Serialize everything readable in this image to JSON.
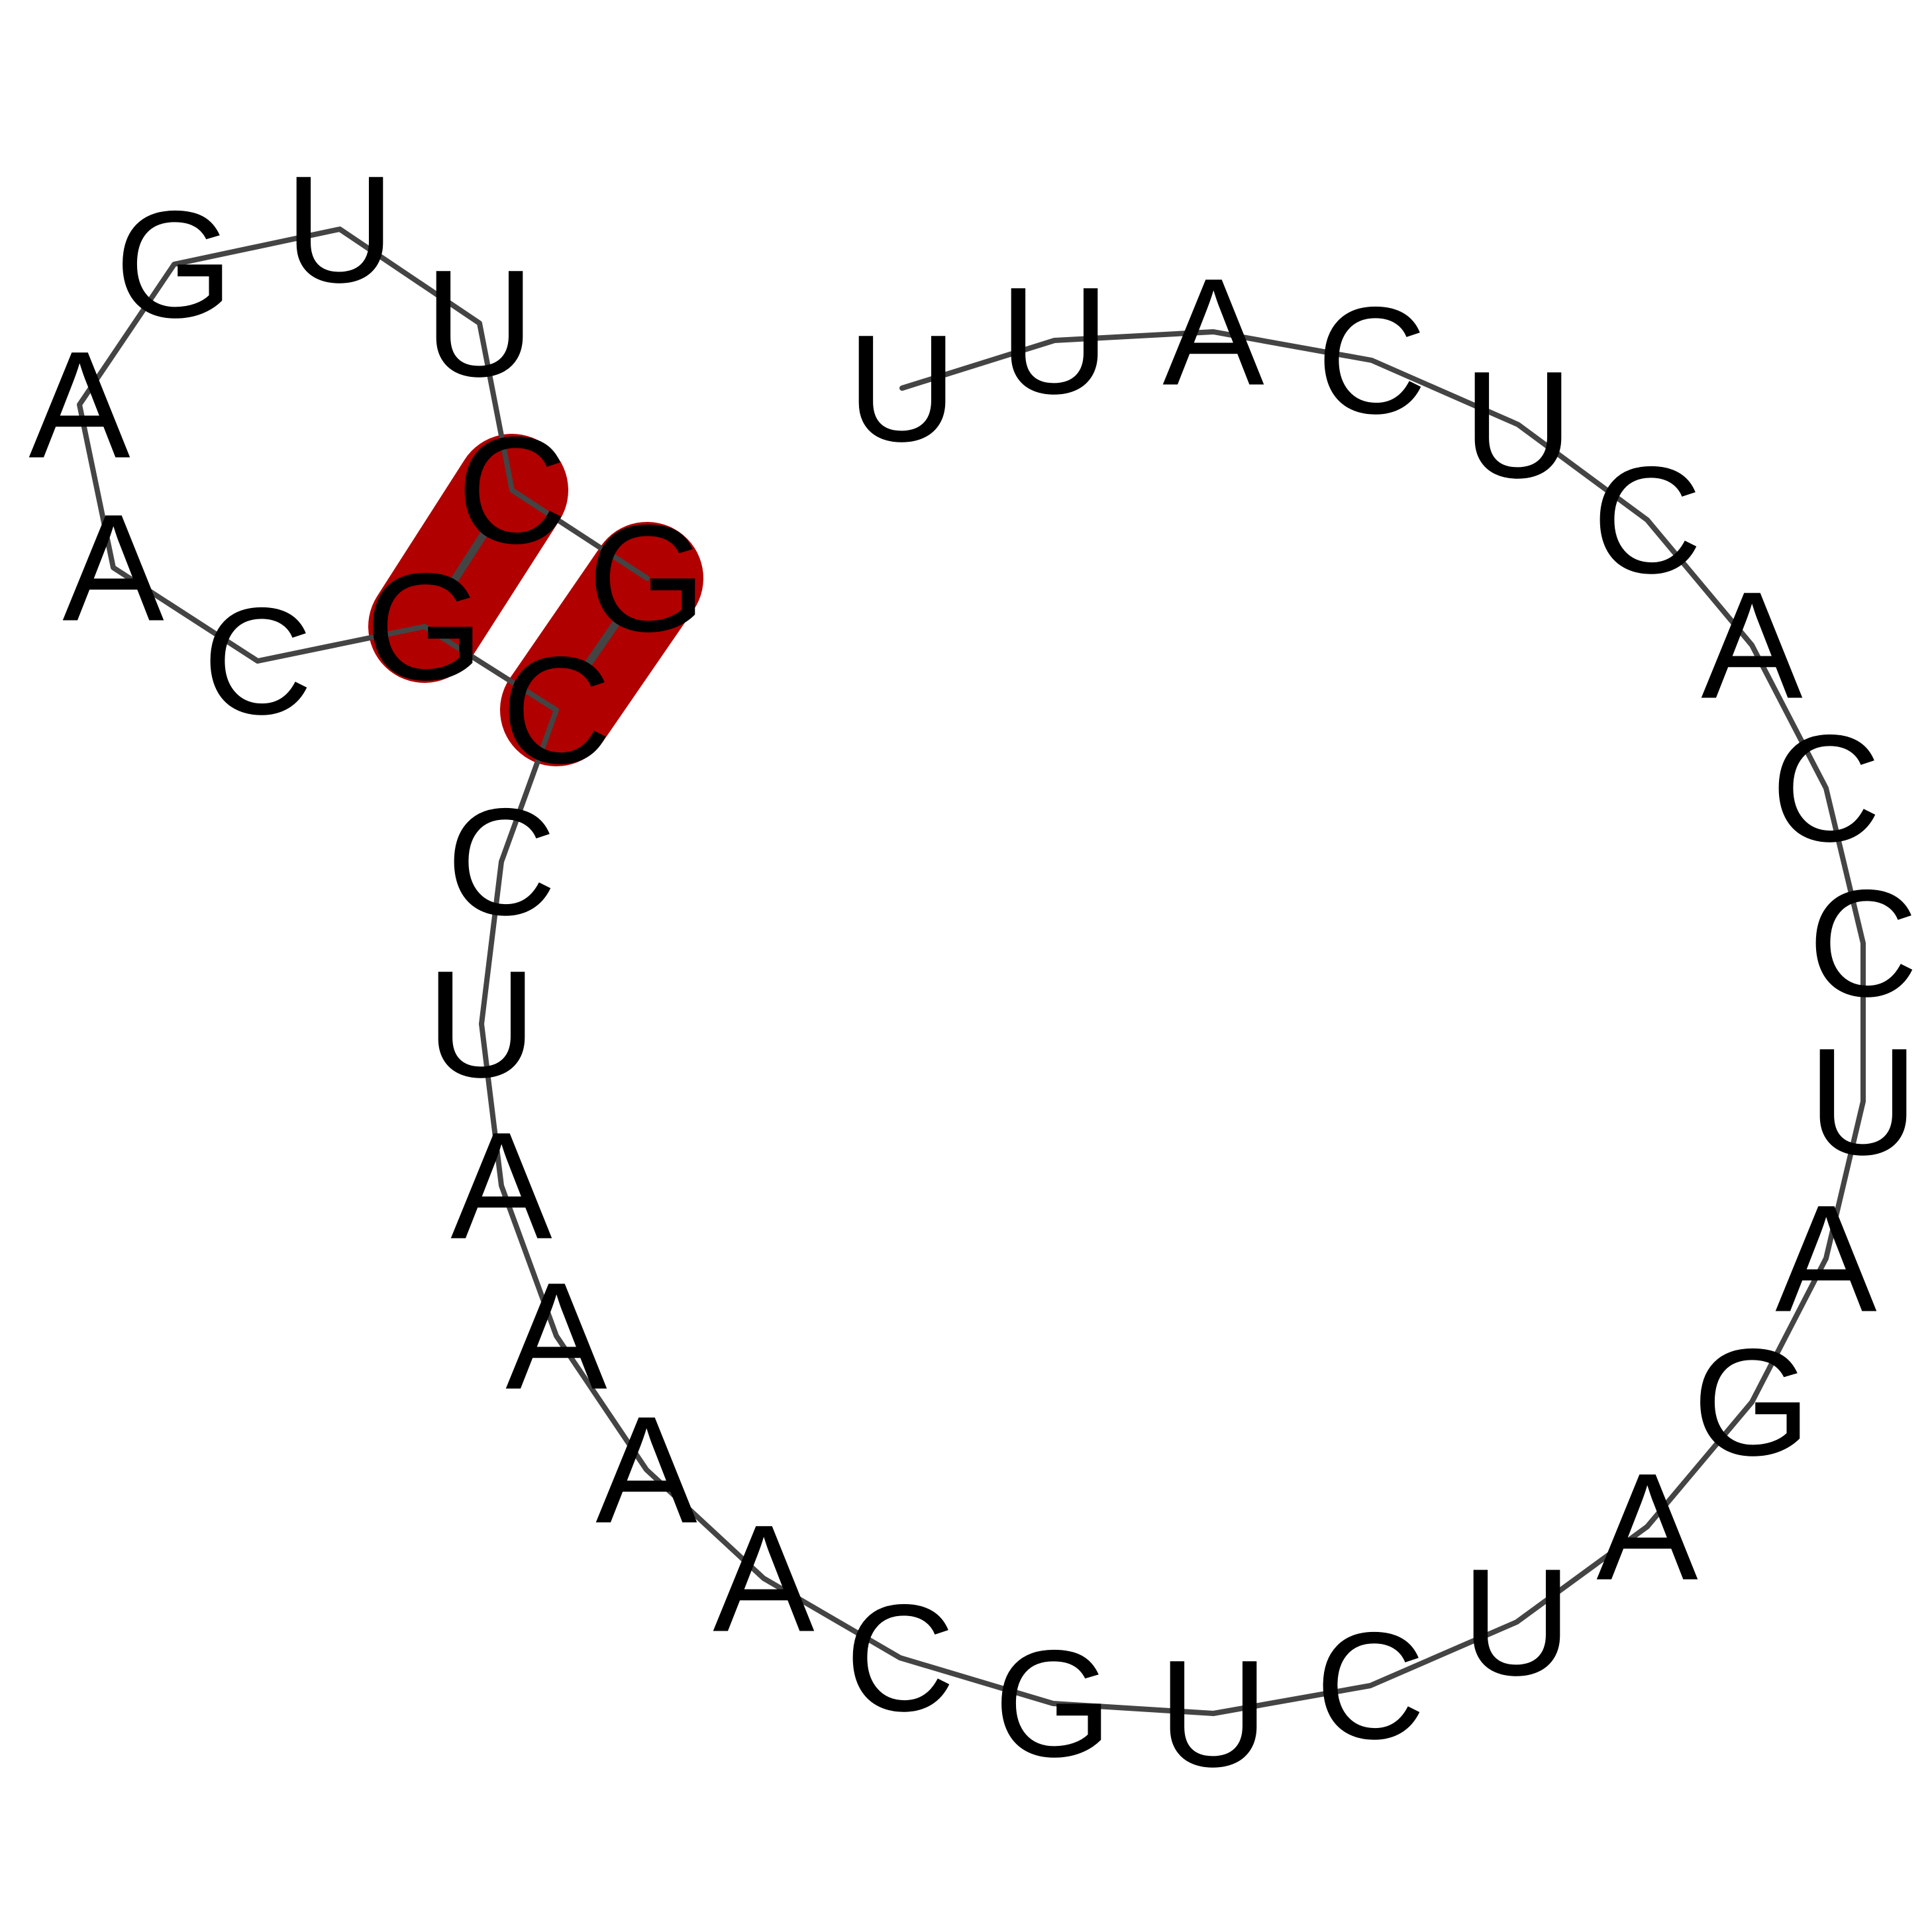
{
  "diagram": {
    "type": "rna-secondary-structure",
    "colors": {
      "background": "#ffffff",
      "backbone": "#444444",
      "pair_highlight": "#b00000",
      "pair_separator": "#ffffff",
      "base_text": "#000000"
    },
    "sequence": [
      "U",
      "U",
      "A",
      "C",
      "U",
      "C",
      "A",
      "C",
      "C",
      "U",
      "A",
      "G",
      "A",
      "U",
      "C",
      "U",
      "G",
      "C",
      "A",
      "A",
      "A",
      "A",
      "U",
      "C",
      "C",
      "G",
      "C",
      "A",
      "A",
      "G",
      "U",
      "U",
      "C",
      "G"
    ],
    "base_pairs": [
      [
        24,
        33
      ],
      [
        25,
        32
      ]
    ]
  }
}
